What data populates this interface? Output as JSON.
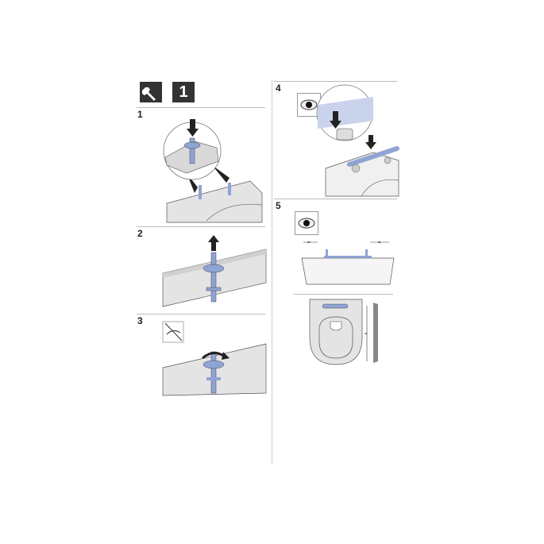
{
  "header": {
    "tool_icon": "wrench-icon",
    "tool_count": "1"
  },
  "steps": [
    {
      "number": "1"
    },
    {
      "number": "2"
    },
    {
      "number": "3",
      "icon": "no-hand-tighten-icon"
    },
    {
      "number": "4",
      "icon": "eye-icon"
    },
    {
      "number": "5",
      "icon": "eye-icon",
      "equal_mark": "="
    }
  ],
  "colors": {
    "part_blue": "#8fa4d4",
    "ceramic_gray": "#e4e4e4",
    "icon_box": "#333333"
  }
}
